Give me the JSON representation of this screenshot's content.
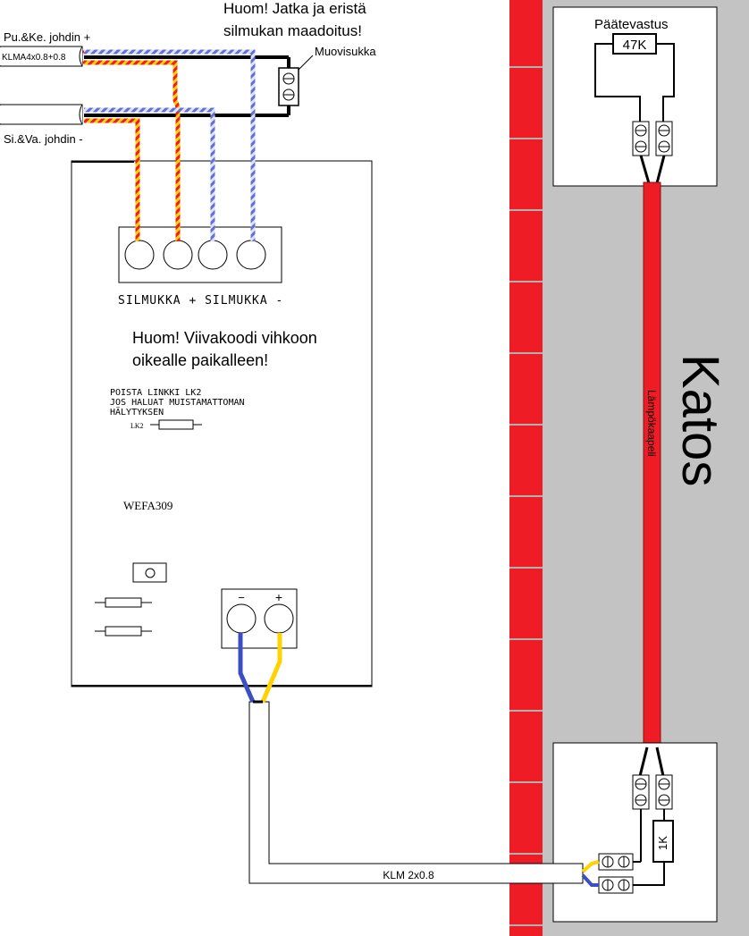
{
  "labels": {
    "wire_top": "Pu.&Ke. johdin +",
    "cable_type": "KLMA4x0.8+0.8",
    "wire_bottom": "Si.&Va. johdin -",
    "note_ground_line1": "Huom! Jatka ja eristä",
    "note_ground_line2": "silmukan maadoitus!",
    "plastic_sleeve": "Muovisukka",
    "loop_label": "SILMUKKA + SILMUKKA -",
    "note_barcode_line1": "Huom! Viivakoodi vihkoon",
    "note_barcode_line2": "oikealle paikalleen!",
    "instruction_line1": "POISTA LINKKI LK2",
    "instruction_line2": "JOS HALUAT MUISTAMATTOMAN",
    "instruction_line3": "HÄLYTYKSEN",
    "link_label": "LK2",
    "model": "WEFA309",
    "minus": "−",
    "plus": "+",
    "end_resistor_title": "Päätevastus",
    "end_resistor_value": "47K",
    "heat_cable": "Lämpökaapeli",
    "ceiling": "Katos",
    "resistor_1k": "1K",
    "cable_klm": "KLM 2x0.8"
  },
  "colors": {
    "wall_red": "#ee1c24",
    "ceiling_gray": "#c3c3c3",
    "wire_yellow": "#ffd200",
    "wire_blue": "#3a4fc4",
    "wire_light_blue": "#7f8fe0"
  }
}
